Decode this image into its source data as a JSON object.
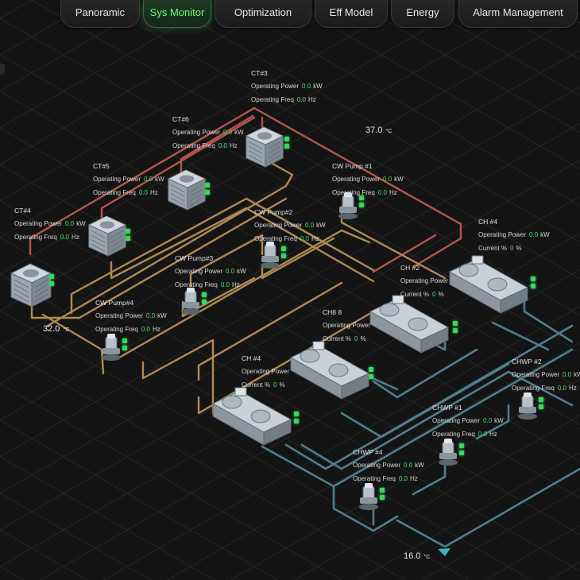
{
  "nav": {
    "tabs": [
      {
        "label": "Panoramic",
        "active": false
      },
      {
        "label": "Sys Monitor",
        "active": true
      },
      {
        "label": "Optimization",
        "active": false
      },
      {
        "label": "Eff Model",
        "active": false
      },
      {
        "label": "Energy",
        "active": false
      },
      {
        "label": "Alarm Management",
        "active": false
      }
    ]
  },
  "temps": {
    "top": {
      "value": "37.0",
      "unit": "°C"
    },
    "left": {
      "value": "32.0",
      "unit": "°C"
    },
    "bottom": {
      "value": "16.0",
      "unit": "°C"
    }
  },
  "labels": {
    "ct4a": {
      "title": "CT#4",
      "r1l": "Operating Power",
      "r1v": "0.0",
      "r1u": "kW",
      "r2l": "Operating Freq",
      "r2v": "0.0",
      "r2u": "Hz"
    },
    "ct5": {
      "title": "CT#5",
      "r1l": "Operating Power",
      "r1v": "0.0",
      "r1u": "kW",
      "r2l": "Operating Freq",
      "r2v": "0.0",
      "r2u": "Hz"
    },
    "ct6": {
      "title": "CT#6",
      "r1l": "Operating Power",
      "r1v": "0.0",
      "r1u": "kW",
      "r2l": "Operating Freq",
      "r2v": "0.0",
      "r2u": "Hz"
    },
    "ct3": {
      "title": "CT#3",
      "r1l": "Operating Power",
      "r1v": "0.0",
      "r1u": "kW",
      "r2l": "Operating Freq",
      "r2v": "0.0",
      "r2u": "Hz"
    },
    "cwp1": {
      "title": "CW Pump #1",
      "r1l": "Operating Power",
      "r1v": "0.0",
      "r1u": "kW",
      "r2l": "Operating Freq",
      "r2v": "0.0",
      "r2u": "Hz"
    },
    "cwp2": {
      "title": "CW Pump#2",
      "r1l": "Operating Power",
      "r1v": "0.0",
      "r1u": "kW",
      "r2l": "Operating Freq",
      "r2v": "0.0",
      "r2u": "Hz"
    },
    "cwp3": {
      "title": "CW Pump#3",
      "r1l": "Operating Power",
      "r1v": "0.0",
      "r1u": "kW",
      "r2l": "Operating Freq",
      "r2v": "0.0",
      "r2u": "Hz"
    },
    "cwp4": {
      "title": "CW Pump#4",
      "r1l": "Operating Power",
      "r1v": "0.0",
      "r1u": "kW",
      "r2l": "Operating Freq",
      "r2v": "0.0",
      "r2u": "Hz"
    },
    "ch4a": {
      "title": "CH #4",
      "r1l": "Operating Power",
      "r1v": "0.0",
      "r1u": "kW",
      "r2l": "Current %",
      "r2v": "0",
      "r2u": "%"
    },
    "ch2": {
      "title": "CH #2",
      "r1l": "Operating Power",
      "r1v": "",
      "r1u": "",
      "r2l": "Current %",
      "r2v": "0",
      "r2u": "%"
    },
    "ch3": {
      "title": "CH8 8",
      "r1l": "Operating Power",
      "r1v": "",
      "r1u": "",
      "r2l": "Current %",
      "r2v": "0",
      "r2u": "%"
    },
    "ch4b": {
      "title": "CH #4",
      "r1l": "Operating Power",
      "r1v": "",
      "r1u": "",
      "r2l": "Current %",
      "r2v": "0",
      "r2u": "%"
    },
    "chwp2": {
      "title": "CHWP #2",
      "r1l": "Operating Power",
      "r1v": "0.0",
      "r1u": "kW",
      "r2l": "Operating Freq",
      "r2v": "0.0",
      "r2u": "Hz"
    },
    "chwp1": {
      "title": "CHWP #1",
      "r1l": "Operating Power",
      "r1v": "0.0",
      "r1u": "kW",
      "r2l": "Operating Freq",
      "r2v": "0.0",
      "r2u": "Hz"
    },
    "chwp4": {
      "title": "CHWP #4",
      "r1l": "Operating Power",
      "r1v": "0.0",
      "r1u": "kW",
      "r2l": "Operating Freq",
      "r2v": "0.0",
      "r2u": "Hz"
    }
  },
  "colors": {
    "background": "#141414",
    "grid": "#252525",
    "hot_pipe": "#b4564e",
    "cooling_pipe": "#b08a54",
    "chilled_pipe": "#4f7f8f",
    "value_green": "#46e06a",
    "status_green": "#3bd65c",
    "nav_active": "#6cff7a"
  },
  "icons": {
    "tower": "cooling-tower-icon",
    "pump": "pump-icon",
    "chiller": "chiller-icon",
    "flow": "flow-arrow-icon"
  }
}
